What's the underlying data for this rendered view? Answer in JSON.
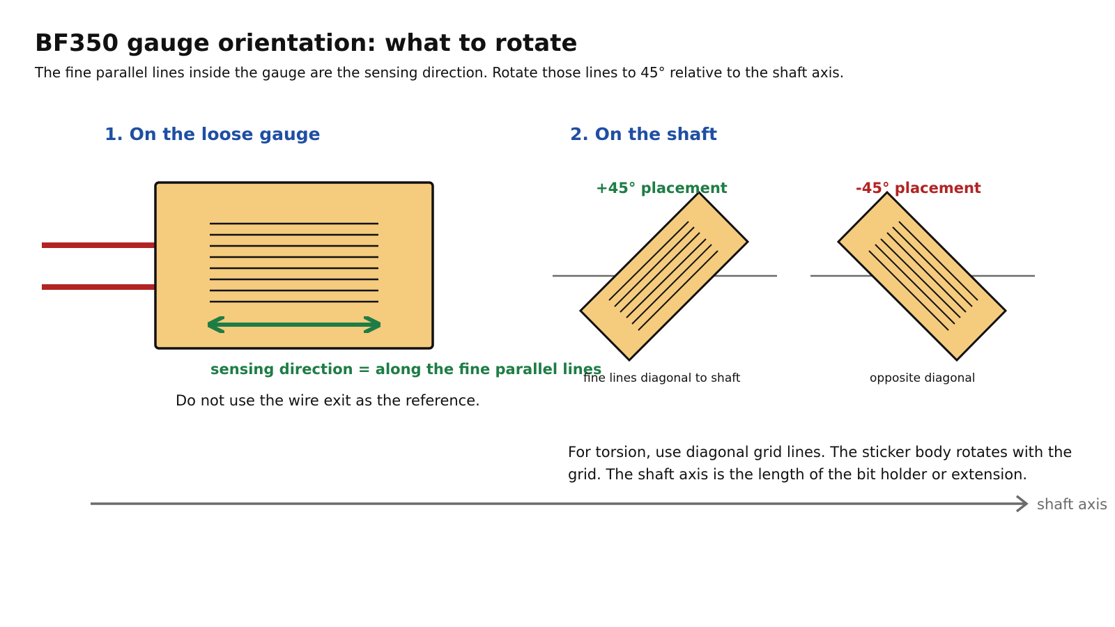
{
  "title": "BF350 gauge orientation: what to rotate",
  "subtitle": "The fine parallel lines inside the gauge are the sensing direction. Rotate those lines to 45° relative to the shaft axis.",
  "section1": {
    "heading": "1. On the loose gauge",
    "sensing_label": "sensing direction = along the fine parallel lines",
    "wire_note": "Do not use the wire exit as the reference."
  },
  "section2": {
    "heading": "2. On the shaft",
    "plus": {
      "label": "+45° placement",
      "caption": "fine lines diagonal to shaft"
    },
    "minus": {
      "label": "-45° placement",
      "caption": "opposite diagonal"
    },
    "torsion_note": "For torsion, use diagonal grid lines. The sticker body rotates with the grid. The shaft axis is the length of the bit holder or extension."
  },
  "axis_label": "shaft axis",
  "colors": {
    "gauge_fill": "#f5cb7e",
    "outline": "#111111",
    "wire": "#b22424",
    "sensing": "#1e7d45",
    "heading": "#1f4fa3",
    "axis": "#6b6b6b"
  }
}
